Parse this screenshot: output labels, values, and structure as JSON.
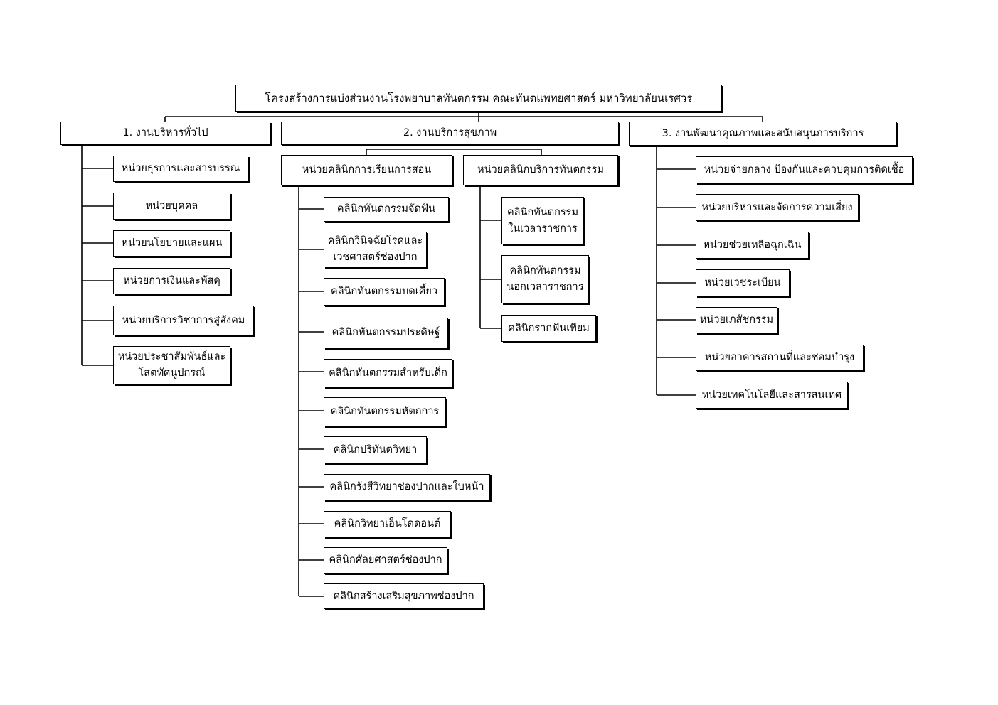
{
  "title": "โครงสร้างการแบ่งส่วนงานโรงพยาบาลทันตกรรม คณะทันตแพทยศาสตร์ มหาวิทยาลัยนเรศวร",
  "division_1": {
    "label": "1. งานบริหารทั่วไป",
    "units": [
      "หน่วยธุรการและสารบรรณ",
      "หน่วยบุคคล",
      "หน่วยนโยบายและแผน",
      "หน่วยการเงินและพัสดุ",
      "หน่วยบริการวิชาการสู่สังคม",
      "หน่วยประชาสัมพันธ์และ\nโสตทัศนูปกรณ์"
    ]
  },
  "division_2": {
    "label": "2. งานบริการสุขภาพ",
    "teaching": {
      "label": "หน่วยคลินิกการเรียนการสอน",
      "clinics": [
        "คลินิกทันตกรรมจัดฟัน",
        "คลินิกวินิจฉัยโรคและ\nเวชศาสตร์ช่องปาก",
        "คลินิกทันตกรรมบดเคี้ยว",
        "คลินิกทันตกรรมประดิษฐ์",
        "คลินิกทันตกรรมสำหรับเด็ก",
        "คลินิกทันตกรรมหัตถการ",
        "คลินิกปริทันตวิทยา",
        "คลินิกรังสีวิทยาช่องปากและใบหน้า",
        "คลินิกวิทยาเอ็นโดดอนต์",
        "คลินิกศัลยศาสตร์ช่องปาก",
        "คลินิกสร้างเสริมสุขภาพช่องปาก"
      ]
    },
    "service": {
      "label": "หน่วยคลินิกบริการทันตกรรม",
      "clinics": [
        "คลินิกทันตกรรม\nในเวลาราชการ",
        "คลินิกทันตกรรม\nนอกเวลาราชการ",
        "คลินิกรากฟันเทียม"
      ]
    }
  },
  "division_3": {
    "label": "3. งานพัฒนาคุณภาพและสนับสนุนการบริการ",
    "units": [
      "หน่วยจ่ายกลาง ป้องกันและควบคุมการติดเชื้อ",
      "หน่วยบริหารและจัดการความเสี่ยง",
      "หน่วยช่วยเหลือฉุกเฉิน",
      "หน่วยเวชระเบียน",
      "หน่วยเภสัชกรรม",
      "หน่วยอาคารสถานที่และซ่อมบำรุง",
      "หน่วยเทคโนโลยีและสารสนเทศ"
    ]
  }
}
